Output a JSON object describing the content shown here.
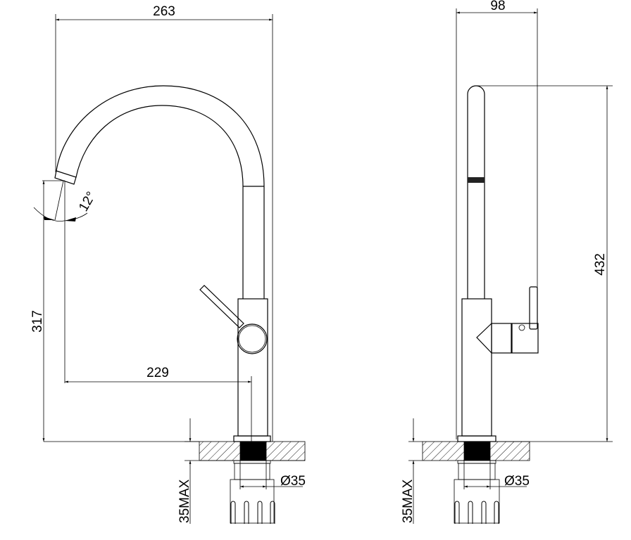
{
  "title": "Kitchen faucet dimension drawing",
  "front_view": {
    "overall_width": "263",
    "spout_angle": "12°",
    "spout_height": "317",
    "spout_reach": "229",
    "hole_diameter": "Ø35",
    "max_counter_thickness": "35MAX"
  },
  "side_view": {
    "overall_depth": "98",
    "overall_height": "432",
    "hole_diameter": "Ø35",
    "max_counter_thickness": "35MAX"
  }
}
